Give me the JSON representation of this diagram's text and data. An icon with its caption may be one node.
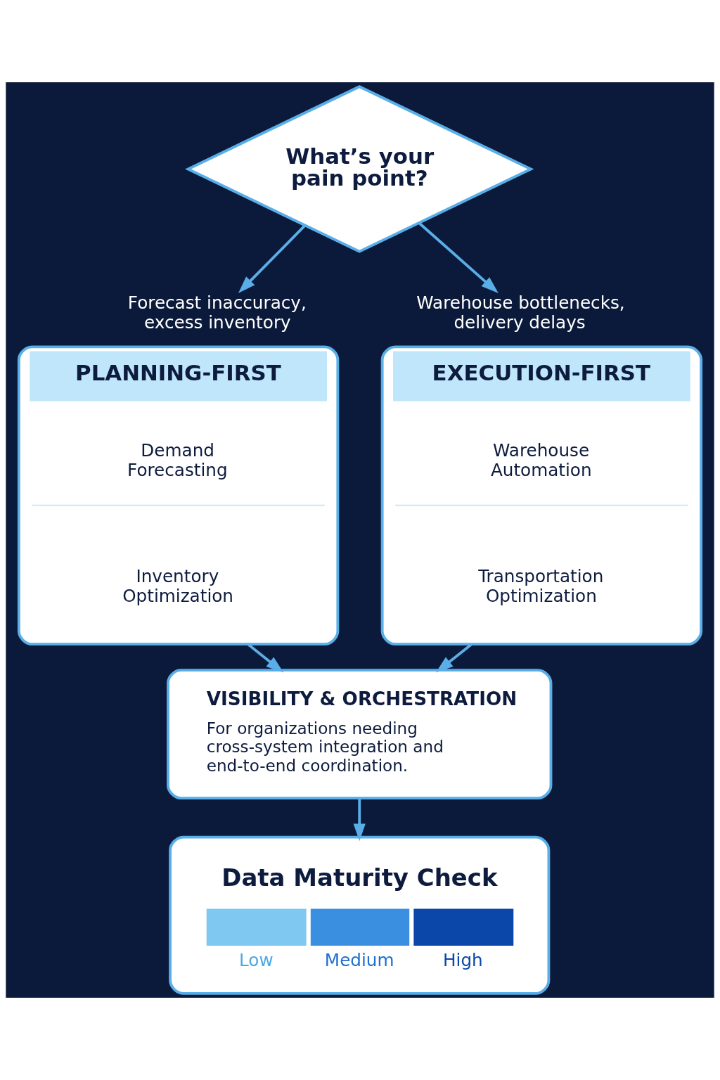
{
  "diagram": {
    "nodes": [
      {
        "text": [
          "What’s your pain point?"
        ]
      },
      {
        "text": [
          "Forecast inaccuracy, excess inventory"
        ]
      },
      {
        "text": [
          "Warehouse bottlenecks, delivery delays"
        ]
      },
      {
        "text": [
          "PLANNING-FIRST"
        ]
      },
      {
        "text": [
          "Demand Forecasting"
        ],
        "in": 3
      },
      {
        "text": [
          "Inventory Optimization"
        ],
        "in": 3
      },
      {
        "text": [
          "EXECUTION-FIRST"
        ]
      },
      {
        "text": [
          "Warehouse Automation"
        ],
        "in": 6
      },
      {
        "text": [
          "Transportation Optimization"
        ],
        "in": 6
      },
      {
        "text": [
          "VISIBILITY & ORCHESTRATION",
          "For organizations needing cross-system integration and end-to-end coordination."
        ]
      },
      {
        "text": [
          "Data Maturity Check",
          "Low",
          "Medium",
          "High"
        ]
      }
    ],
    "edges": [
      {
        "from": 0,
        "to": 1,
        "arrow": "to"
      },
      {
        "from": 0,
        "to": 2,
        "arrow": "to"
      },
      {
        "from": 3,
        "to": 9,
        "arrow": "to"
      },
      {
        "from": 6,
        "to": 9,
        "arrow": "to"
      },
      {
        "from": 9,
        "to": 10,
        "arrow": "to"
      }
    ]
  }
}
